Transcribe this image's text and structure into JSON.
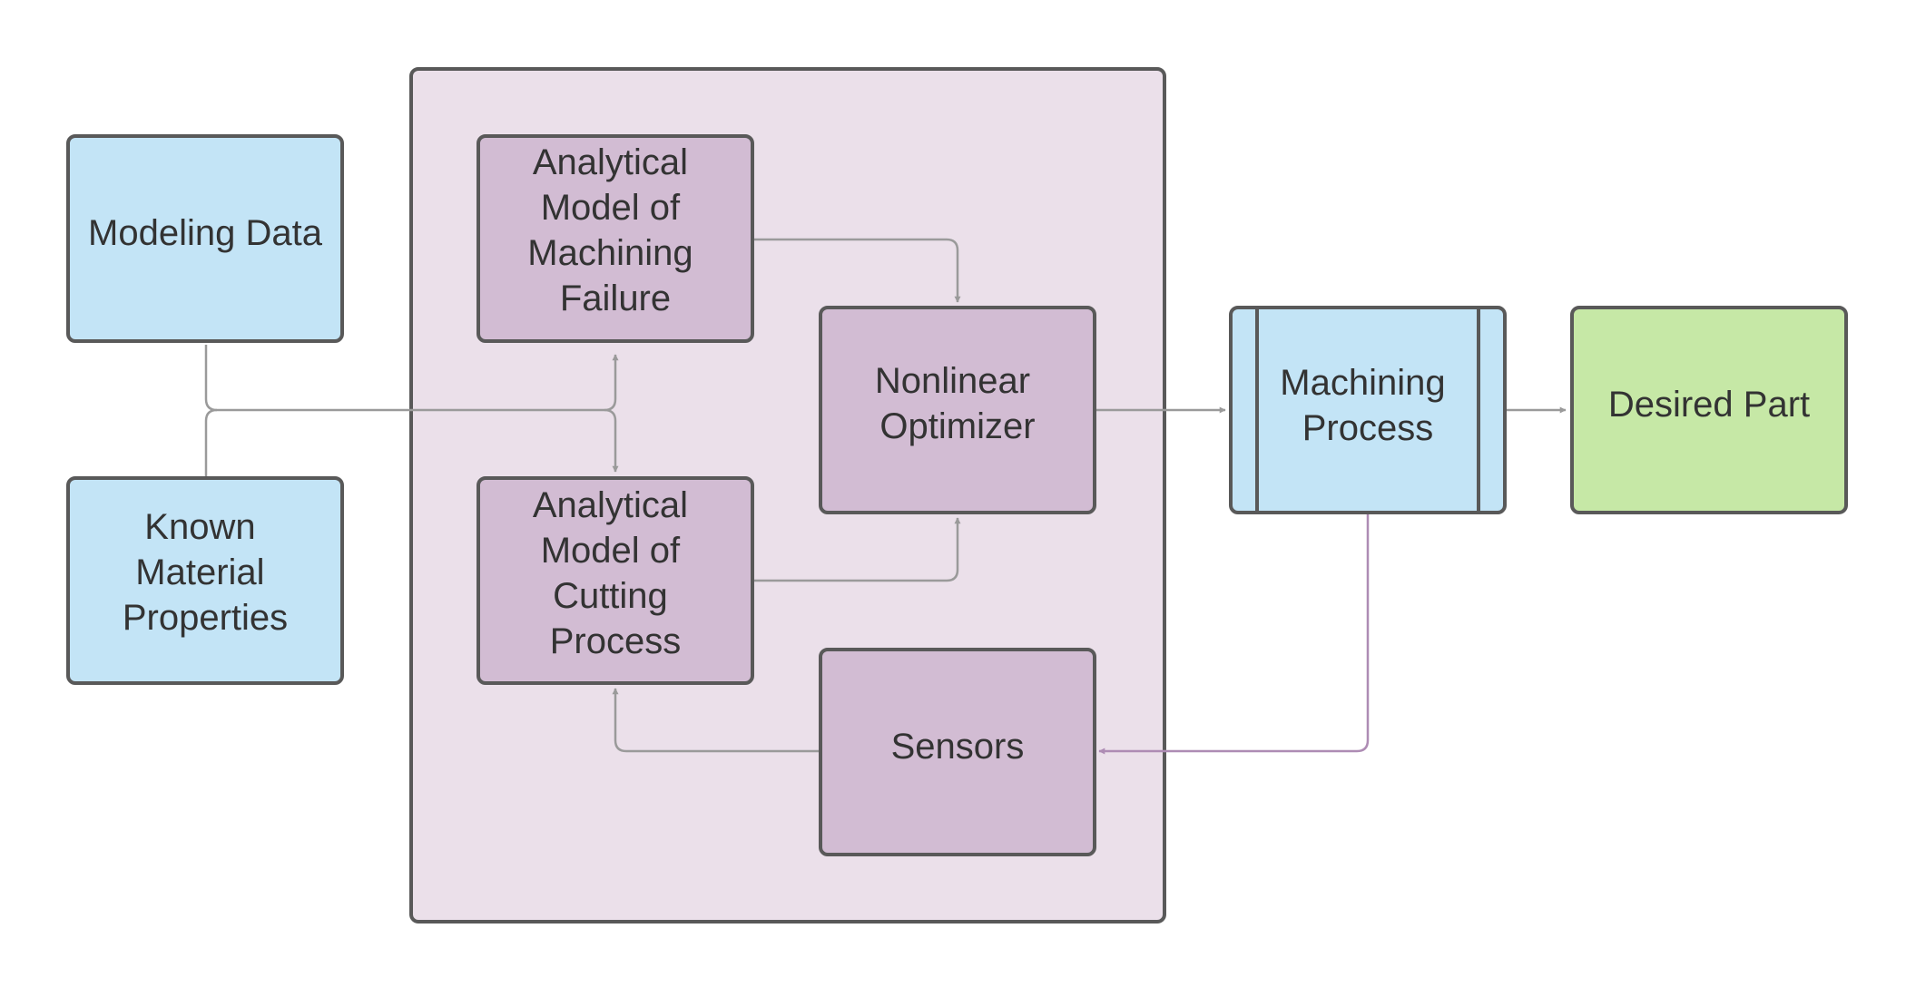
{
  "colors": {
    "blue_fill": "#c3e4f6",
    "purple_fill": "#d2bcd3",
    "container_fill": "#ebe0ea",
    "green_fill": "#c6e8a6",
    "border": "#595959",
    "connector": "#9a9a9a",
    "feedback_connector": "#ae8cb4"
  },
  "nodes": {
    "modeling_data": {
      "lines": [
        "Modeling Data"
      ]
    },
    "known_material_properties": {
      "lines": [
        "Known",
        "Material",
        "Properties"
      ]
    },
    "model_machining_failure": {
      "lines": [
        "Analytical",
        "Model of",
        "Machining",
        "Failure"
      ]
    },
    "model_cutting_process": {
      "lines": [
        "Analytical",
        "Model of",
        "Cutting",
        "Process"
      ]
    },
    "nonlinear_optimizer": {
      "lines": [
        "Nonlinear",
        "Optimizer"
      ]
    },
    "sensors": {
      "lines": [
        "Sensors"
      ]
    },
    "machining_process": {
      "lines": [
        "Machining",
        "Process"
      ]
    },
    "desired_part": {
      "lines": [
        "Desired Part"
      ]
    }
  }
}
